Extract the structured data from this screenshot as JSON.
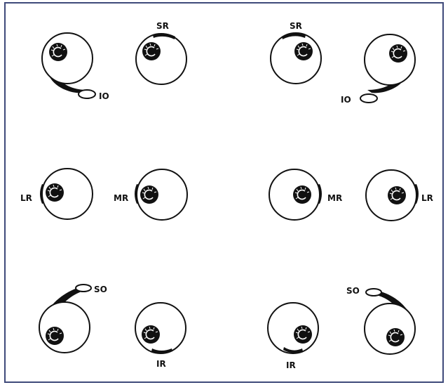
{
  "figure": {
    "border_color": "#3f4a7a",
    "ink_color": "#111111",
    "labels": {
      "io_left": "IO",
      "io_right": "IO",
      "sr_left": "SR",
      "sr_right": "SR",
      "lr_left": "LR",
      "lr_right": "LR",
      "mr_left": "MR",
      "mr_right": "MR",
      "so_left": "SO",
      "so_right": "SO",
      "ir_left": "IR",
      "ir_right": "IR"
    }
  }
}
